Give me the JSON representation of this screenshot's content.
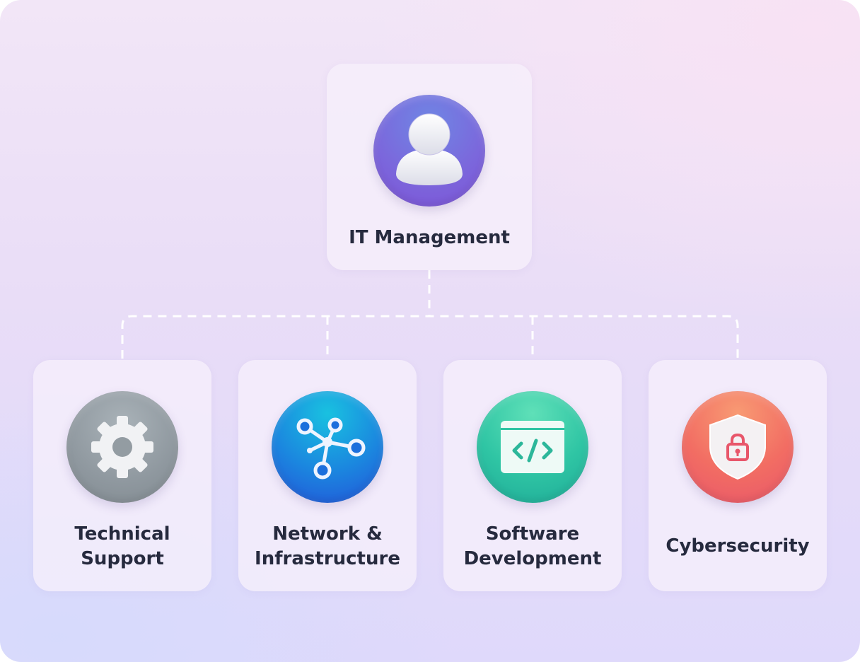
{
  "diagram": {
    "root": {
      "label": "IT Management",
      "icon": "person-icon"
    },
    "children": [
      {
        "line1": "Technical",
        "line2": "Support",
        "icon": "gear-icon"
      },
      {
        "line1": "Network &",
        "line2": "Infrastructure",
        "icon": "network-icon"
      },
      {
        "line1": "Software",
        "line2": "Development",
        "icon": "code-window-icon"
      },
      {
        "line1": "Cybersecurity",
        "line2": "",
        "icon": "shield-lock-icon"
      }
    ]
  },
  "colors": {
    "text": "#262a3e",
    "connector": "#ffffff",
    "person_accent": "#7b68dc",
    "gear_accent": "#8f989f",
    "network_accent": "#1b86df",
    "code_accent": "#2fc5a4",
    "shield_accent": "#f26d63"
  }
}
